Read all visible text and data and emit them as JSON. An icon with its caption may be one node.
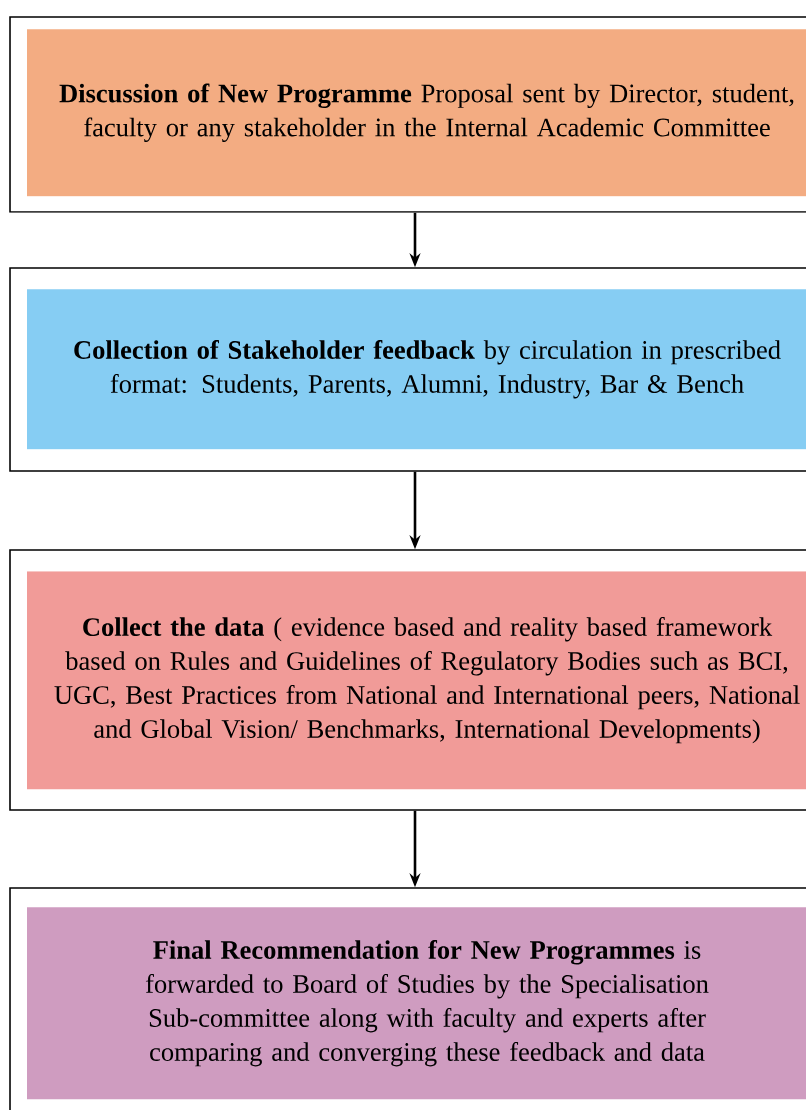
{
  "diagram": {
    "nodes": [
      {
        "text": [],
        "shape": "box"
      },
      {
        "text": [
          "**Discussion of New Programme** Proposal sent by Director, student, faculty or any stakeholder in the Internal Academic Committee"
        ],
        "in": 0
      },
      {
        "text": [],
        "shape": "box"
      },
      {
        "text": [
          "**Collection of Stakeholder feedback** by circulation in prescribed format: Students, Parents, Alumni, Industry, Bar & Bench"
        ],
        "in": 2
      },
      {
        "text": [],
        "shape": "box"
      },
      {
        "text": [
          "**Collect the data** ( evidence based and reality based framework based on Rules and Guidelines of Regulatory Bodies such as BCI, UGC, Best Practices from National and International peers, National and Global Vision/ Benchmarks, International Developments)"
        ],
        "in": 4
      },
      {
        "text": [],
        "shape": "box"
      },
      {
        "text": [
          "**Final Recommendation for New Programmes** is forwarded to Board of Studies by the Specialisation Sub-committee along with faculty and experts after comparing and converging these feedback and data"
        ],
        "in": 6
      }
    ],
    "edges": [
      {
        "from": 0,
        "to": 2,
        "arrow": "to"
      },
      {
        "from": 2,
        "to": 4,
        "arrow": "to"
      },
      {
        "from": 4,
        "to": 6,
        "arrow": "to"
      }
    ]
  }
}
